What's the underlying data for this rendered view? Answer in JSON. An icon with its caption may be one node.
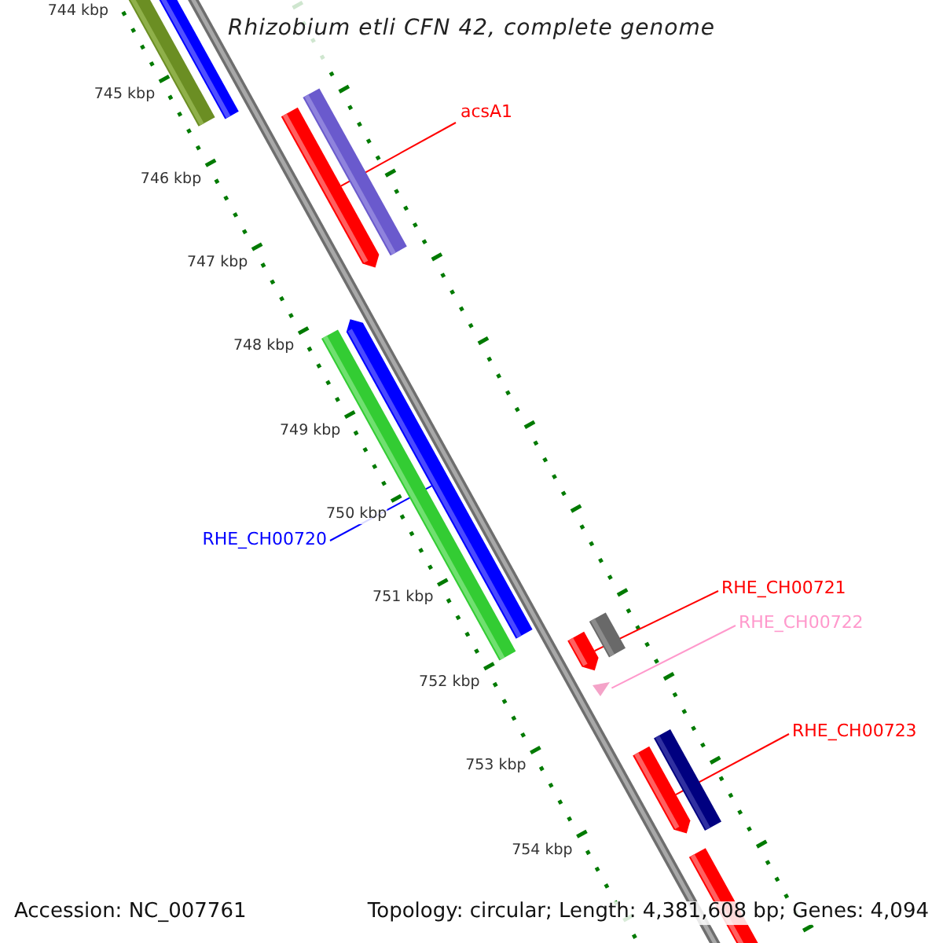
{
  "diagram": {
    "title": "Rhizobium etli CFN 42, complete genome",
    "nodes": [
      {
        "text": [
          "acsA1"
        ]
      },
      {
        "text": [
          "RHE_CH00720"
        ]
      },
      {
        "text": [
          "RHE_CH00721"
        ]
      },
      {
        "text": [
          "RHE_CH00722"
        ]
      },
      {
        "text": [
          "RHE_CH00723"
        ]
      },
      {
        "text": [],
        "shape": "bar"
      },
      {
        "text": [],
        "shape": "bar"
      },
      {
        "text": [],
        "shape": "bar"
      },
      {
        "text": [],
        "shape": "triangle"
      },
      {
        "text": [],
        "shape": "bar"
      }
    ],
    "edges": [
      {
        "from": 0,
        "to": 5,
        "arrow": "none"
      },
      {
        "from": 1,
        "to": 6,
        "arrow": "none",
        "color": "#0000ff"
      },
      {
        "from": 2,
        "to": 7,
        "arrow": "none"
      },
      {
        "from": 3,
        "to": 8,
        "arrow": "none",
        "color": "#ff99cc"
      },
      {
        "from": 4,
        "to": 9,
        "arrow": "none"
      }
    ],
    "labels": [
      "744 kbp",
      "745 kbp",
      "746 kbp",
      "747 kbp",
      "748 kbp",
      "749 kbp",
      "750 kbp",
      "751 kbp",
      "752 kbp",
      "753 kbp",
      "754 kbp",
      "Accession: NC_007761",
      "Topology: circular; Length: 4,381,608 bp; Genes: 4,094"
    ]
  }
}
